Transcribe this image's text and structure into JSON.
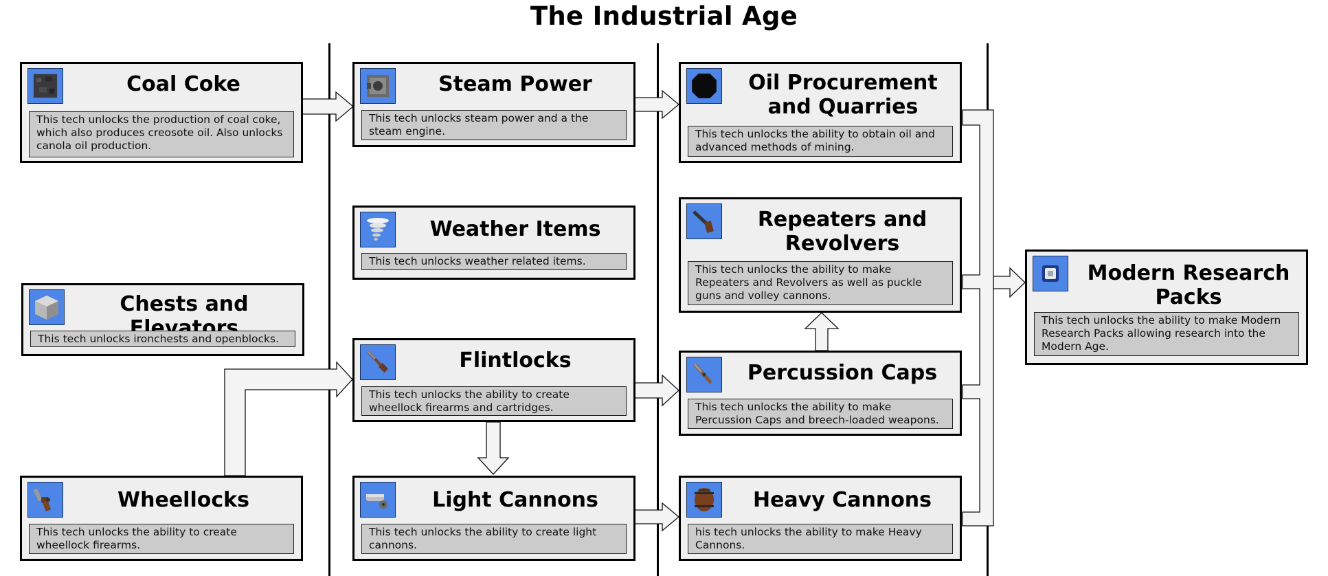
{
  "title": "The Industrial Age",
  "colors": {
    "card_bg": "#efefef",
    "desc_bg": "#cbcbcb",
    "icon_bg": "#4d86e6",
    "arrow_fill": "#f4f4f4"
  },
  "techs": {
    "coal_coke": {
      "title": "Coal Coke",
      "icon": "coal-coke-block-icon",
      "desc": "This tech unlocks the production of coal coke, which also produces creosote oil. Also unlocks canola oil production."
    },
    "chests": {
      "title": "Chests and Elevators",
      "icon": "iron-chest-icon",
      "desc": "This tech unlocks ironchests and openblocks."
    },
    "wheellocks": {
      "title": "Wheellocks",
      "icon": "wheellock-gun-icon",
      "desc": "This tech unlocks the ability to create wheellock firearms."
    },
    "steam": {
      "title": "Steam Power",
      "icon": "steam-engine-icon",
      "desc": "This tech unlocks steam power and a the steam engine."
    },
    "weather": {
      "title": "Weather Items",
      "icon": "tornado-icon",
      "desc": "This tech unlocks weather related items."
    },
    "flintlocks": {
      "title": "Flintlocks",
      "icon": "flintlock-rifle-icon",
      "desc": "This tech unlocks the ability to create wheellock firearms and cartridges."
    },
    "light_cannons": {
      "title": "Light Cannons",
      "icon": "light-cannon-icon",
      "desc": "This tech unlocks the ability to create light cannons."
    },
    "oil": {
      "title": "Oil Procurement and Quarries",
      "icon": "oil-drop-icon",
      "desc": "This tech unlocks the ability to obtain oil and advanced methods of mining."
    },
    "repeaters": {
      "title": "Repeaters and Revolvers",
      "icon": "revolver-icon",
      "desc": "This tech unlocks the ability to make Repeaters and Revolvers as well as puckle guns and volley cannons."
    },
    "percussion": {
      "title": "Percussion Caps",
      "icon": "percussion-rifle-icon",
      "desc": "This tech unlocks the ability to make Percussion Caps and breech-loaded weapons."
    },
    "heavy_cannons": {
      "title": "Heavy Cannons",
      "icon": "gunpowder-barrel-icon",
      "desc": "his tech unlocks the ability to make Heavy Cannons."
    },
    "modern": {
      "title": "Modern Research Packs",
      "icon": "research-pack-icon",
      "desc": "This tech unlocks the ability to make Modern Research Packs allowing research into the Modern Age."
    }
  }
}
